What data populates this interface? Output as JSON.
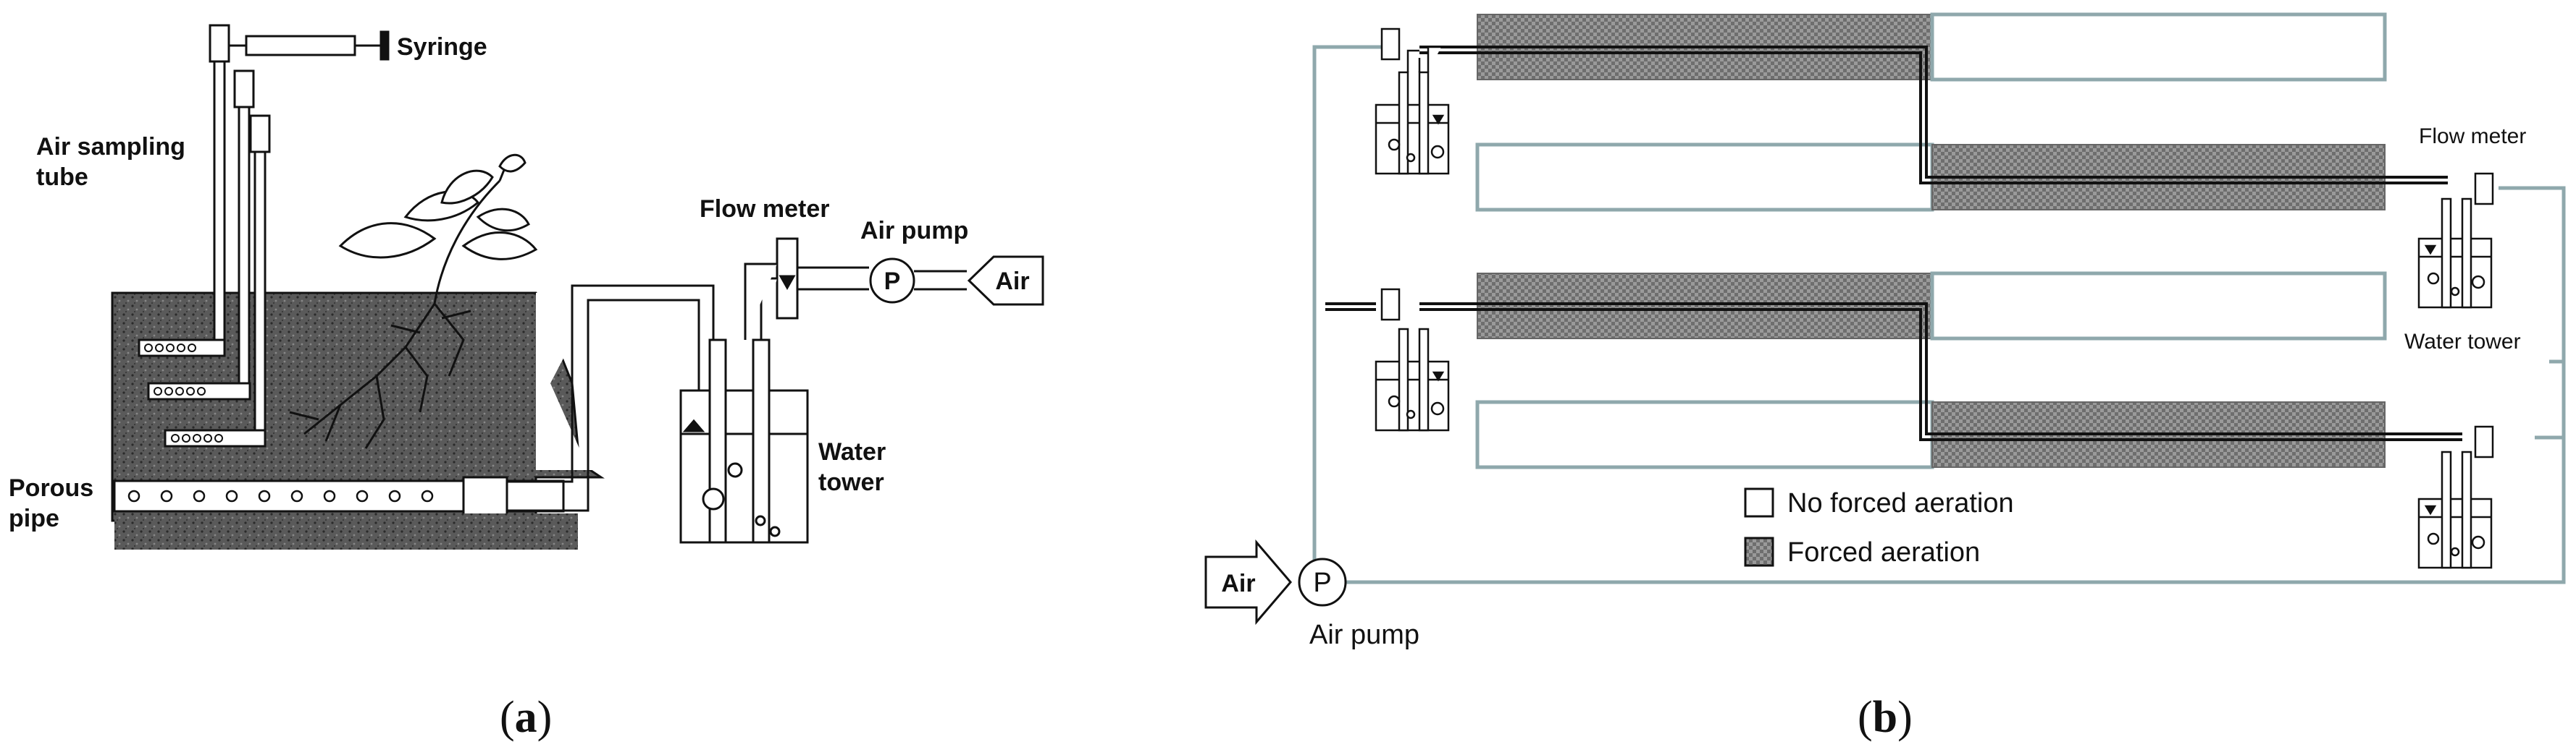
{
  "panel_a": {
    "syringe": "Syringe",
    "air_sampling_tube": [
      "Air sampling",
      "tube"
    ],
    "porous_pipe": [
      "Porous",
      "pipe"
    ],
    "flow_meter": "Flow meter",
    "air_pump": "Air pump",
    "pump_symbol": "P",
    "air_arrow": "Air",
    "water_tower": [
      "Water",
      "tower"
    ],
    "caption": {
      "open": "(",
      "letter": "a",
      "close": ")"
    }
  },
  "panel_b": {
    "flow_meter": "Flow meter",
    "water_tower": "Water tower",
    "air_arrow": "Air",
    "pump_symbol": "P",
    "air_pump": "Air pump",
    "legend": {
      "no_forced": "No forced aeration",
      "forced": "Forced aeration"
    },
    "caption": {
      "open": "(",
      "letter": "b",
      "close": ")"
    }
  },
  "colors": {
    "ink": "#111111",
    "pipe_light": "#8fa8ac",
    "hatch": "#8a8a8a"
  }
}
